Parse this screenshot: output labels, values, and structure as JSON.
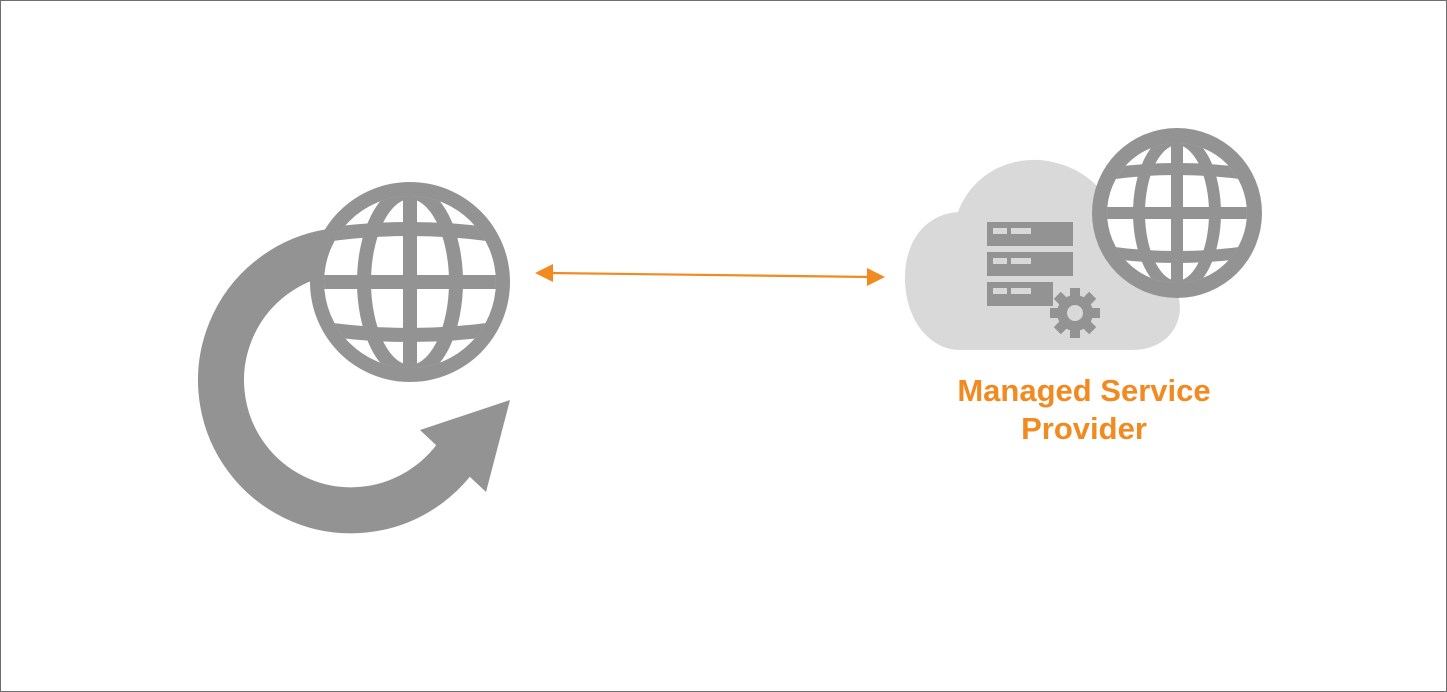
{
  "colors": {
    "icon_gray": "#939393",
    "cloud_gray": "#d9d9d9",
    "accent_orange": "#f28a22",
    "frame_border": "#6e6e6e"
  },
  "nodes": {
    "left": {
      "icons": [
        "globe-icon",
        "circular-arrow-icon"
      ]
    },
    "right": {
      "icons": [
        "cloud-icon",
        "server-stack-icon",
        "gear-icon",
        "globe-icon"
      ],
      "label_line1": "Managed Service",
      "label_line2": "Provider"
    }
  },
  "connector": {
    "type": "bidirectional-arrow"
  }
}
